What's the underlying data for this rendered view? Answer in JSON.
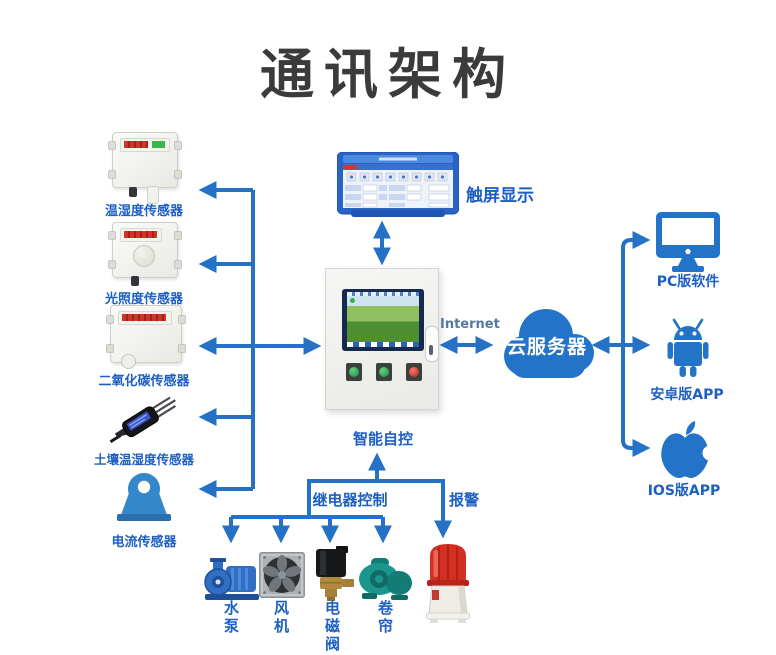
{
  "title": "通讯架构",
  "colors": {
    "line_blue": "#2471c6",
    "label_blue": "#1d5fc2",
    "cloud_blue": "#2374c8",
    "title_gray": "#3b3b3b",
    "alarm_red": "#d32f23"
  },
  "sensors": [
    {
      "label": "温湿度传感器",
      "icon": "temp-humidity-sensor-icon"
    },
    {
      "label": "光照度传感器",
      "icon": "light-sensor-icon"
    },
    {
      "label": "二氧化碳传感器",
      "icon": "co2-sensor-icon"
    },
    {
      "label": "土壤温湿度传感器",
      "icon": "soil-sensor-icon"
    },
    {
      "label": "电流传感器",
      "icon": "current-sensor-icon"
    }
  ],
  "display": {
    "label": "触屏显示",
    "icon": "touchscreen-icon"
  },
  "controller": {
    "label": "智能自控",
    "icon": "control-cabinet-icon"
  },
  "internet_label": "Internet",
  "cloud": {
    "label": "云服务器",
    "icon": "cloud-icon"
  },
  "clients": [
    {
      "label": "PC版软件",
      "icon": "pc-monitor-icon"
    },
    {
      "label": "安卓版APP",
      "icon": "android-robot-icon"
    },
    {
      "label": "IOS版APP",
      "icon": "apple-logo-icon"
    }
  ],
  "relay_label": "继电器控制",
  "alarm_label": "报警",
  "actuators": [
    {
      "label": "水泵",
      "icon": "water-pump-icon"
    },
    {
      "label": "风机",
      "icon": "fan-icon"
    },
    {
      "label": "电磁阀",
      "icon": "solenoid-valve-icon"
    },
    {
      "label": "卷帘",
      "icon": "roller-shutter-icon"
    }
  ],
  "alarm_device_icon": "alarm-beacon-icon"
}
